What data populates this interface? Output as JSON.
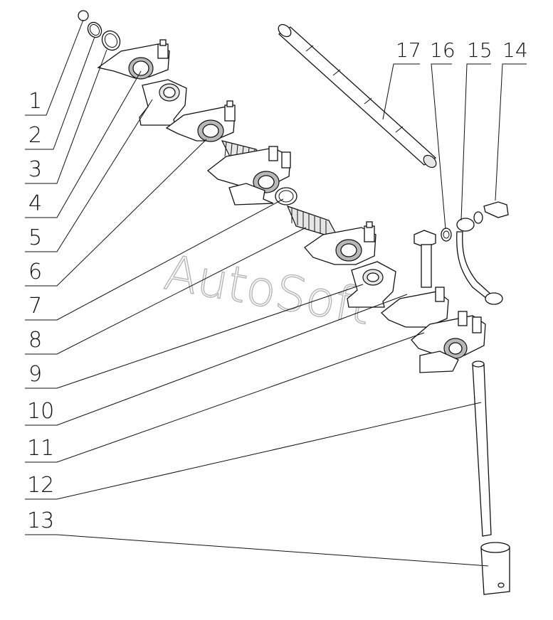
{
  "watermark": "AutoSoft",
  "left_labels": [
    "1",
    "2",
    "3",
    "4",
    "5",
    "6",
    "7",
    "8",
    "9",
    "10",
    "11",
    "12",
    "13"
  ],
  "top_labels": [
    "17",
    "16",
    "15",
    "14"
  ]
}
